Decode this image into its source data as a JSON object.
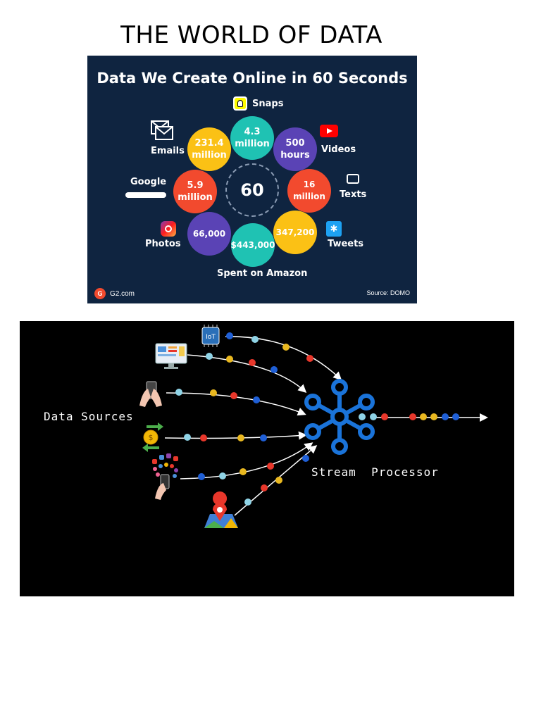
{
  "page": {
    "title": "THE WORLD OF DATA"
  },
  "infographic": {
    "title": "Data We Create Online in 60 Seconds",
    "center": "60",
    "bubbles": {
      "snaps": "4.3\nmillion",
      "videos": "500\nhours",
      "texts": "16 million",
      "tweets": "347,200",
      "amazon": "$443,000",
      "photos": "66,000",
      "google": "5.9\nmillion",
      "emails": "231.4\nmillion"
    },
    "labels": {
      "snaps": "Snaps",
      "videos": "Videos",
      "texts": "Texts",
      "tweets": "Tweets",
      "amazon": "Spent on Amazon",
      "photos": "Photos",
      "google": "Google",
      "emails": "Emails"
    },
    "footer_left": "G2.com",
    "footer_logo": "G",
    "footer_right": "Source: DOMO",
    "colors": {
      "background": "#0f2440",
      "teal": "#1fc2b3",
      "purple": "#5a43b5",
      "red": "#f24a2e",
      "yellow": "#fbc115"
    }
  },
  "stream": {
    "sources_label": "Data Sources",
    "processor_label": "Stream  Processor",
    "iot_label": "IoT",
    "icons": [
      "iot-chip-icon",
      "dashboard-monitor-icon",
      "phone-hands-icon",
      "money-exchange-icon",
      "social-phone-icon",
      "map-pin-icon",
      "stream-processor-icon"
    ],
    "colors": {
      "background": "#000000",
      "processor": "#1a73d9",
      "dot_blue": "#1f5fd6",
      "dot_red": "#e8372b",
      "dot_yellow": "#e9b820",
      "dot_cyan": "#8fd3e6"
    }
  }
}
